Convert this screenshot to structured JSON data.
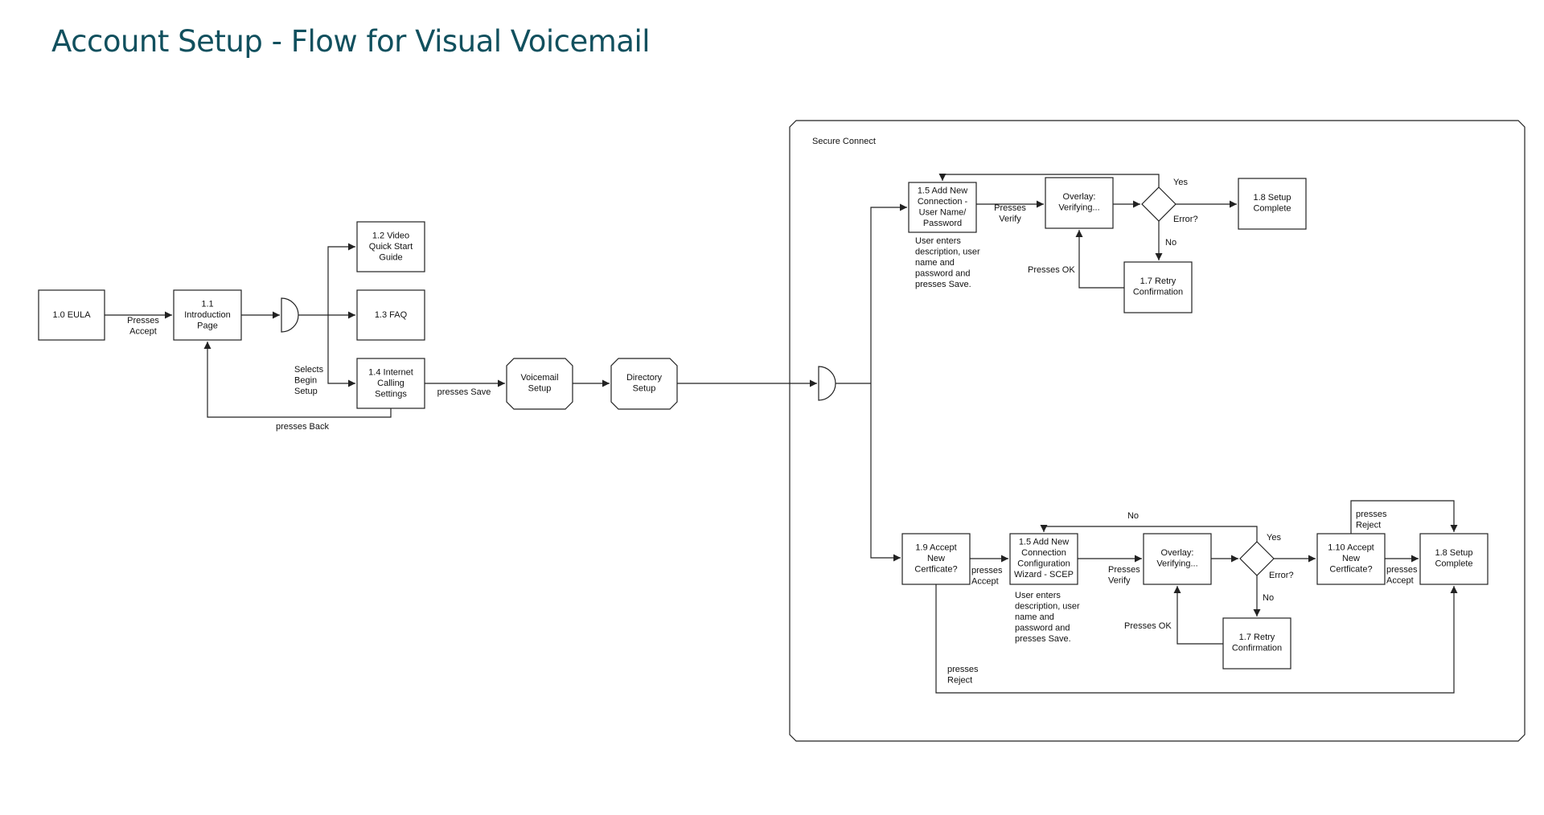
{
  "title": "Account Setup - Flow for Visual Voicemail",
  "nodes": {
    "n1_0": [
      "1.0 EULA"
    ],
    "n1_1": [
      "1.1",
      "Introduction",
      "Page"
    ],
    "n1_2": [
      "1.2 Video",
      "Quick Start",
      "Guide"
    ],
    "n1_3": [
      "1.3 FAQ"
    ],
    "n1_4": [
      "1.4 Internet",
      "Calling",
      "Settings"
    ],
    "voicemail": [
      "Voicemail",
      "Setup"
    ],
    "directory": [
      "Directory",
      "Setup"
    ],
    "top_add": [
      "1.5 Add New",
      "Connection -",
      "User Name/",
      "Password"
    ],
    "top_overlay": [
      "Overlay:",
      "Verifying..."
    ],
    "top_complete": [
      "1.8 Setup",
      "Complete"
    ],
    "top_retry": [
      "1.7 Retry",
      "Confirmation"
    ],
    "bot_accept_cert": [
      "1.9 Accept",
      "New",
      "Certficate?"
    ],
    "bot_add": [
      "1.5 Add New",
      "Connection",
      "Configuration",
      "Wizard - SCEP"
    ],
    "bot_overlay": [
      "Overlay:",
      "Verifying..."
    ],
    "bot_accept_cert2": [
      "1.10 Accept",
      "New",
      "Certficate?"
    ],
    "bot_complete": [
      "1.8 Setup",
      "Complete"
    ],
    "bot_retry": [
      "1.7 Retry",
      "Confirmation"
    ]
  },
  "labels": {
    "presses_accept_1": [
      "Presses",
      "Accept"
    ],
    "selects_begin_setup": [
      "Selects",
      "Begin",
      "Setup"
    ],
    "presses_save": [
      "presses Save"
    ],
    "presses_back": [
      "presses Back"
    ],
    "secure_connect": [
      "Secure Connect"
    ],
    "top_presses_verify": [
      "Presses",
      "Verify"
    ],
    "top_yes": [
      "Yes"
    ],
    "top_error": [
      "Error?"
    ],
    "top_no": [
      "No"
    ],
    "top_presses_ok": [
      "Presses OK"
    ],
    "top_user_enters": [
      "User enters",
      "description, user",
      "name and",
      "password and",
      "presses Save."
    ],
    "bot_no_loop": [
      "No"
    ],
    "bot_presses_accept_a": [
      "presses",
      "Accept"
    ],
    "bot_presses_verify": [
      "Presses",
      "Verify"
    ],
    "bot_yes": [
      "Yes"
    ],
    "bot_error": [
      "Error?"
    ],
    "bot_no": [
      "No"
    ],
    "bot_presses_accept_b": [
      "presses",
      "Accept"
    ],
    "bot_presses_reject_top": [
      "presses",
      "Reject"
    ],
    "bot_presses_ok": [
      "Presses OK"
    ],
    "bot_user_enters": [
      "User enters",
      "description, user",
      "name and",
      "password and",
      "presses Save."
    ],
    "bot_presses_reject_bottom": [
      "presses",
      "Reject"
    ]
  }
}
